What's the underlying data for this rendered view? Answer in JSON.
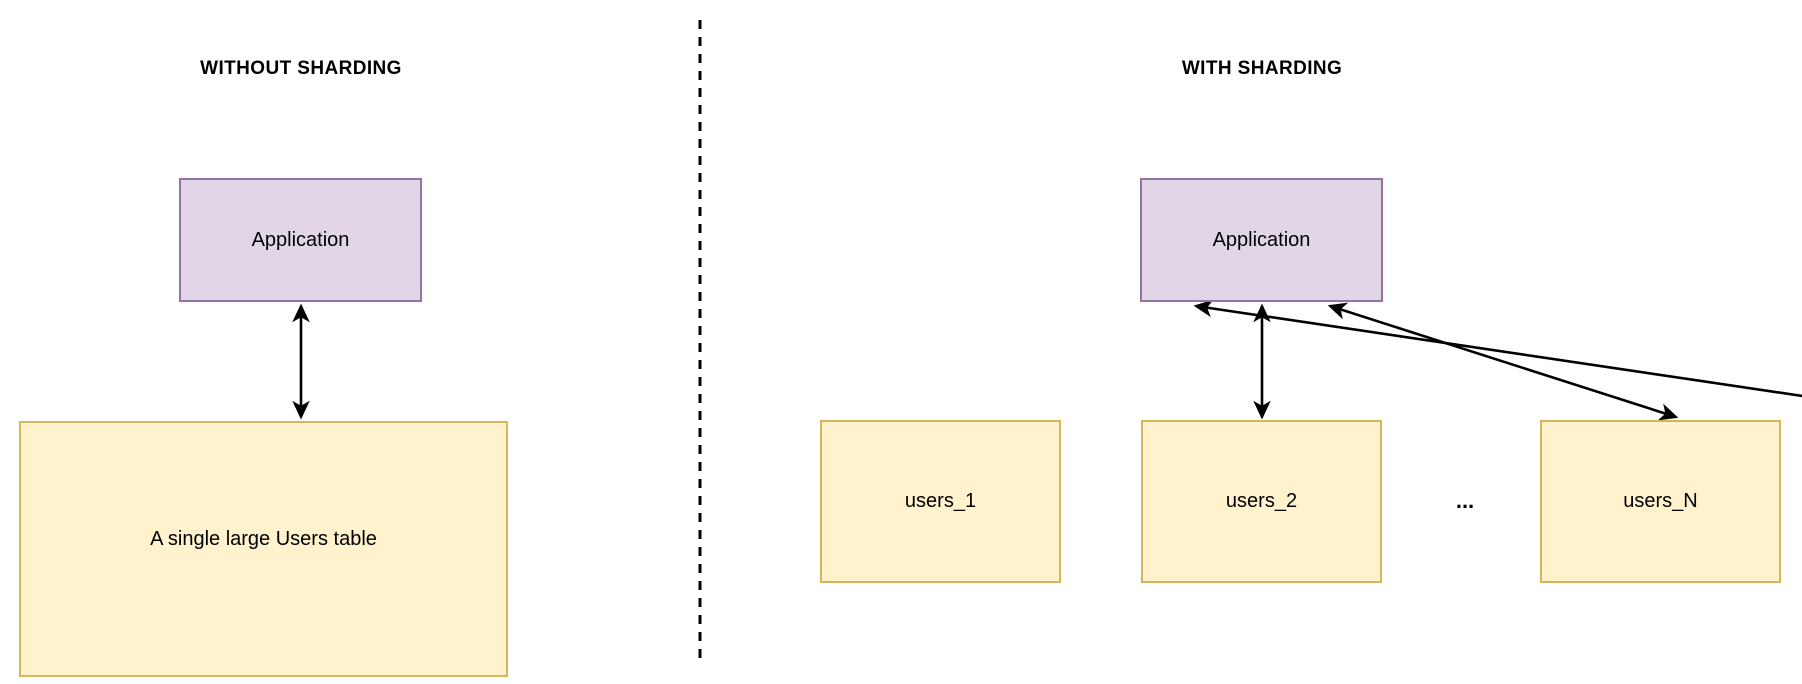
{
  "diagram": {
    "background_color": "#ffffff",
    "divider": {
      "name": "vertical-dashed-divider",
      "style": "dashed",
      "color": "#000000"
    },
    "panels": [
      {
        "id": "without-sharding",
        "title": "WITHOUT SHARDING",
        "nodes": [
          {
            "id": "app-left",
            "label": "Application",
            "fill": "#e1d5e7",
            "stroke": "#9673a6"
          },
          {
            "id": "table-single",
            "label": "A single large Users table",
            "fill": "#fff2cc",
            "stroke": "#d6b656"
          }
        ],
        "edges": [
          {
            "id": "edge-app-to-table",
            "from": "app-left",
            "to": "table-single",
            "arrow": "double",
            "color": "#000000"
          }
        ]
      },
      {
        "id": "with-sharding",
        "title": "WITH SHARDING",
        "ellipsis": "...",
        "nodes": [
          {
            "id": "app-right",
            "label": "Application",
            "fill": "#e1d5e7",
            "stroke": "#9673a6"
          },
          {
            "id": "table-shard-1",
            "label": "users_1",
            "fill": "#fff2cc",
            "stroke": "#d6b656"
          },
          {
            "id": "table-shard-2",
            "label": "users_2",
            "fill": "#fff2cc",
            "stroke": "#d6b656"
          },
          {
            "id": "table-shard-n",
            "label": "users_N",
            "fill": "#fff2cc",
            "stroke": "#d6b656"
          }
        ],
        "edges": [
          {
            "id": "edge-app-to-shard-1",
            "from": "app-right",
            "to": "table-shard-1",
            "arrow": "double",
            "color": "#000000"
          },
          {
            "id": "edge-app-to-shard-2",
            "from": "app-right",
            "to": "table-shard-2",
            "arrow": "double",
            "color": "#000000"
          },
          {
            "id": "edge-app-to-shard-n",
            "from": "app-right",
            "to": "table-shard-n",
            "arrow": "double",
            "color": "#000000"
          }
        ]
      }
    ]
  }
}
